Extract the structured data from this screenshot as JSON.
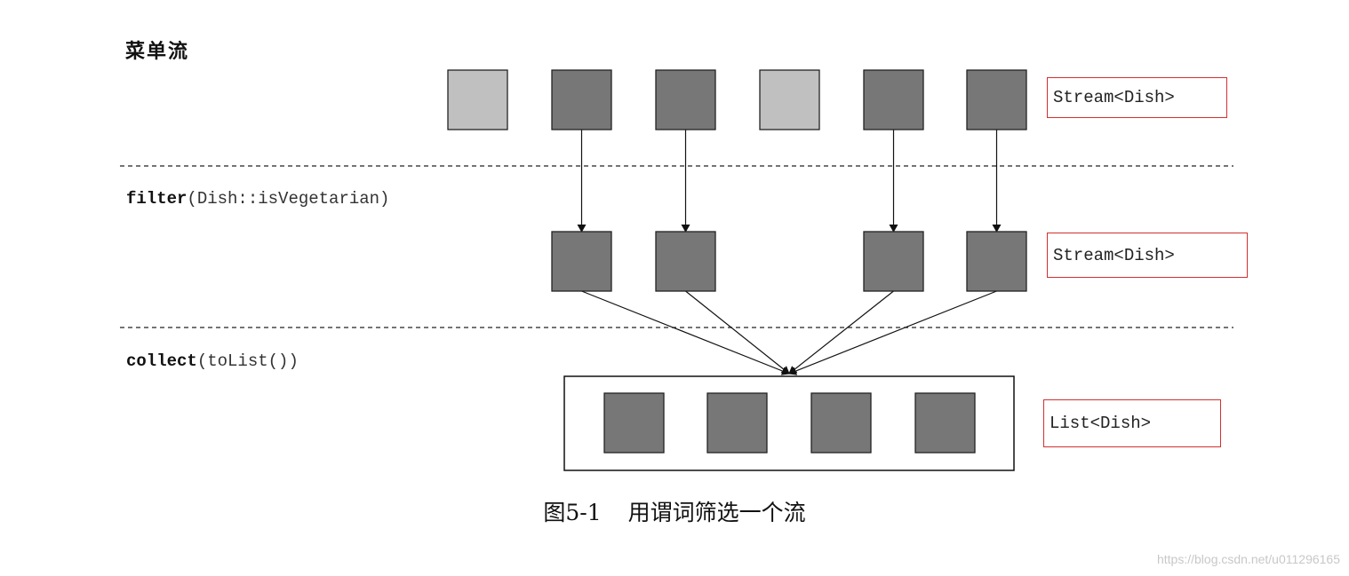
{
  "title": "菜单流",
  "operations": {
    "filter": {
      "method": "filter",
      "args": "(Dish::isVegetarian)"
    },
    "collect": {
      "method": "collect",
      "args": "(toList())"
    }
  },
  "types": {
    "stream_1": "Stream<Dish>",
    "stream_2": "Stream<Dish>",
    "list": "List<Dish>"
  },
  "caption": {
    "number": "图5-1",
    "text": "用谓词筛选一个流"
  },
  "watermark": "https://blog.csdn.net/u011296165",
  "colors": {
    "vegetarian_dish": "#777777",
    "non_vegetarian_dish": "#c0c0c0",
    "type_box_border": "#d23030",
    "divider": "#222222"
  },
  "stream_items": [
    {
      "vegetarian": false
    },
    {
      "vegetarian": true
    },
    {
      "vegetarian": true
    },
    {
      "vegetarian": false
    },
    {
      "vegetarian": true
    },
    {
      "vegetarian": true
    }
  ],
  "list_item_count": 4
}
